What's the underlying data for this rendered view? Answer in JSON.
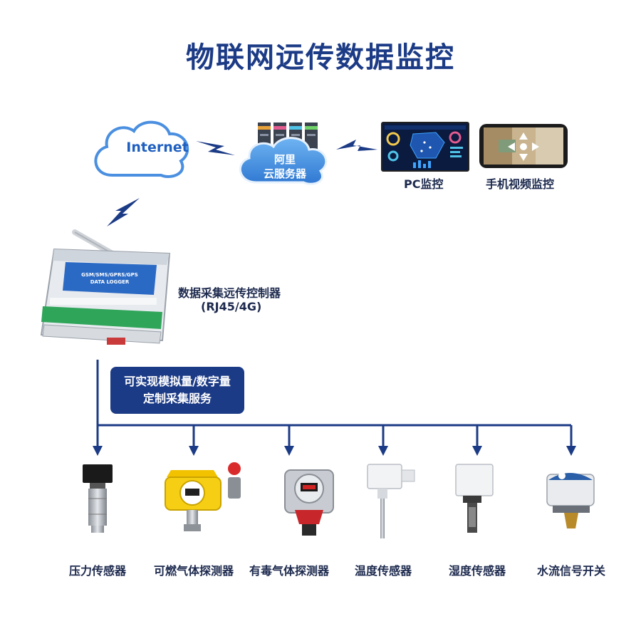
{
  "title": "物联网远传数据监控",
  "internet_label": "Internet",
  "cloud_service": {
    "line1": "阿里",
    "line2": "云服务器"
  },
  "pc_label": "PC监控",
  "mobile_label": "手机视频监控",
  "controller": {
    "name": "数据采集远传控制器",
    "model": "(RJ45/4G)",
    "panel_line1": "GSM/SMS/GPRS/GPS",
    "panel_line2": "DATA LOGGER"
  },
  "service_box": {
    "line1": "可实现模拟量/数字量",
    "line2": "定制采集服务"
  },
  "sensors": [
    {
      "label": "压力传感器"
    },
    {
      "label": "可燃气体探测器"
    },
    {
      "label": "有毒气体探测器"
    },
    {
      "label": "温度传感器"
    },
    {
      "label": "湿度传感器"
    },
    {
      "label": "水流信号开关"
    }
  ],
  "colors": {
    "title": "#1c3b86",
    "line": "#1c3b86",
    "cloud": "#3f8fe0",
    "text": "#1d2a4e"
  }
}
